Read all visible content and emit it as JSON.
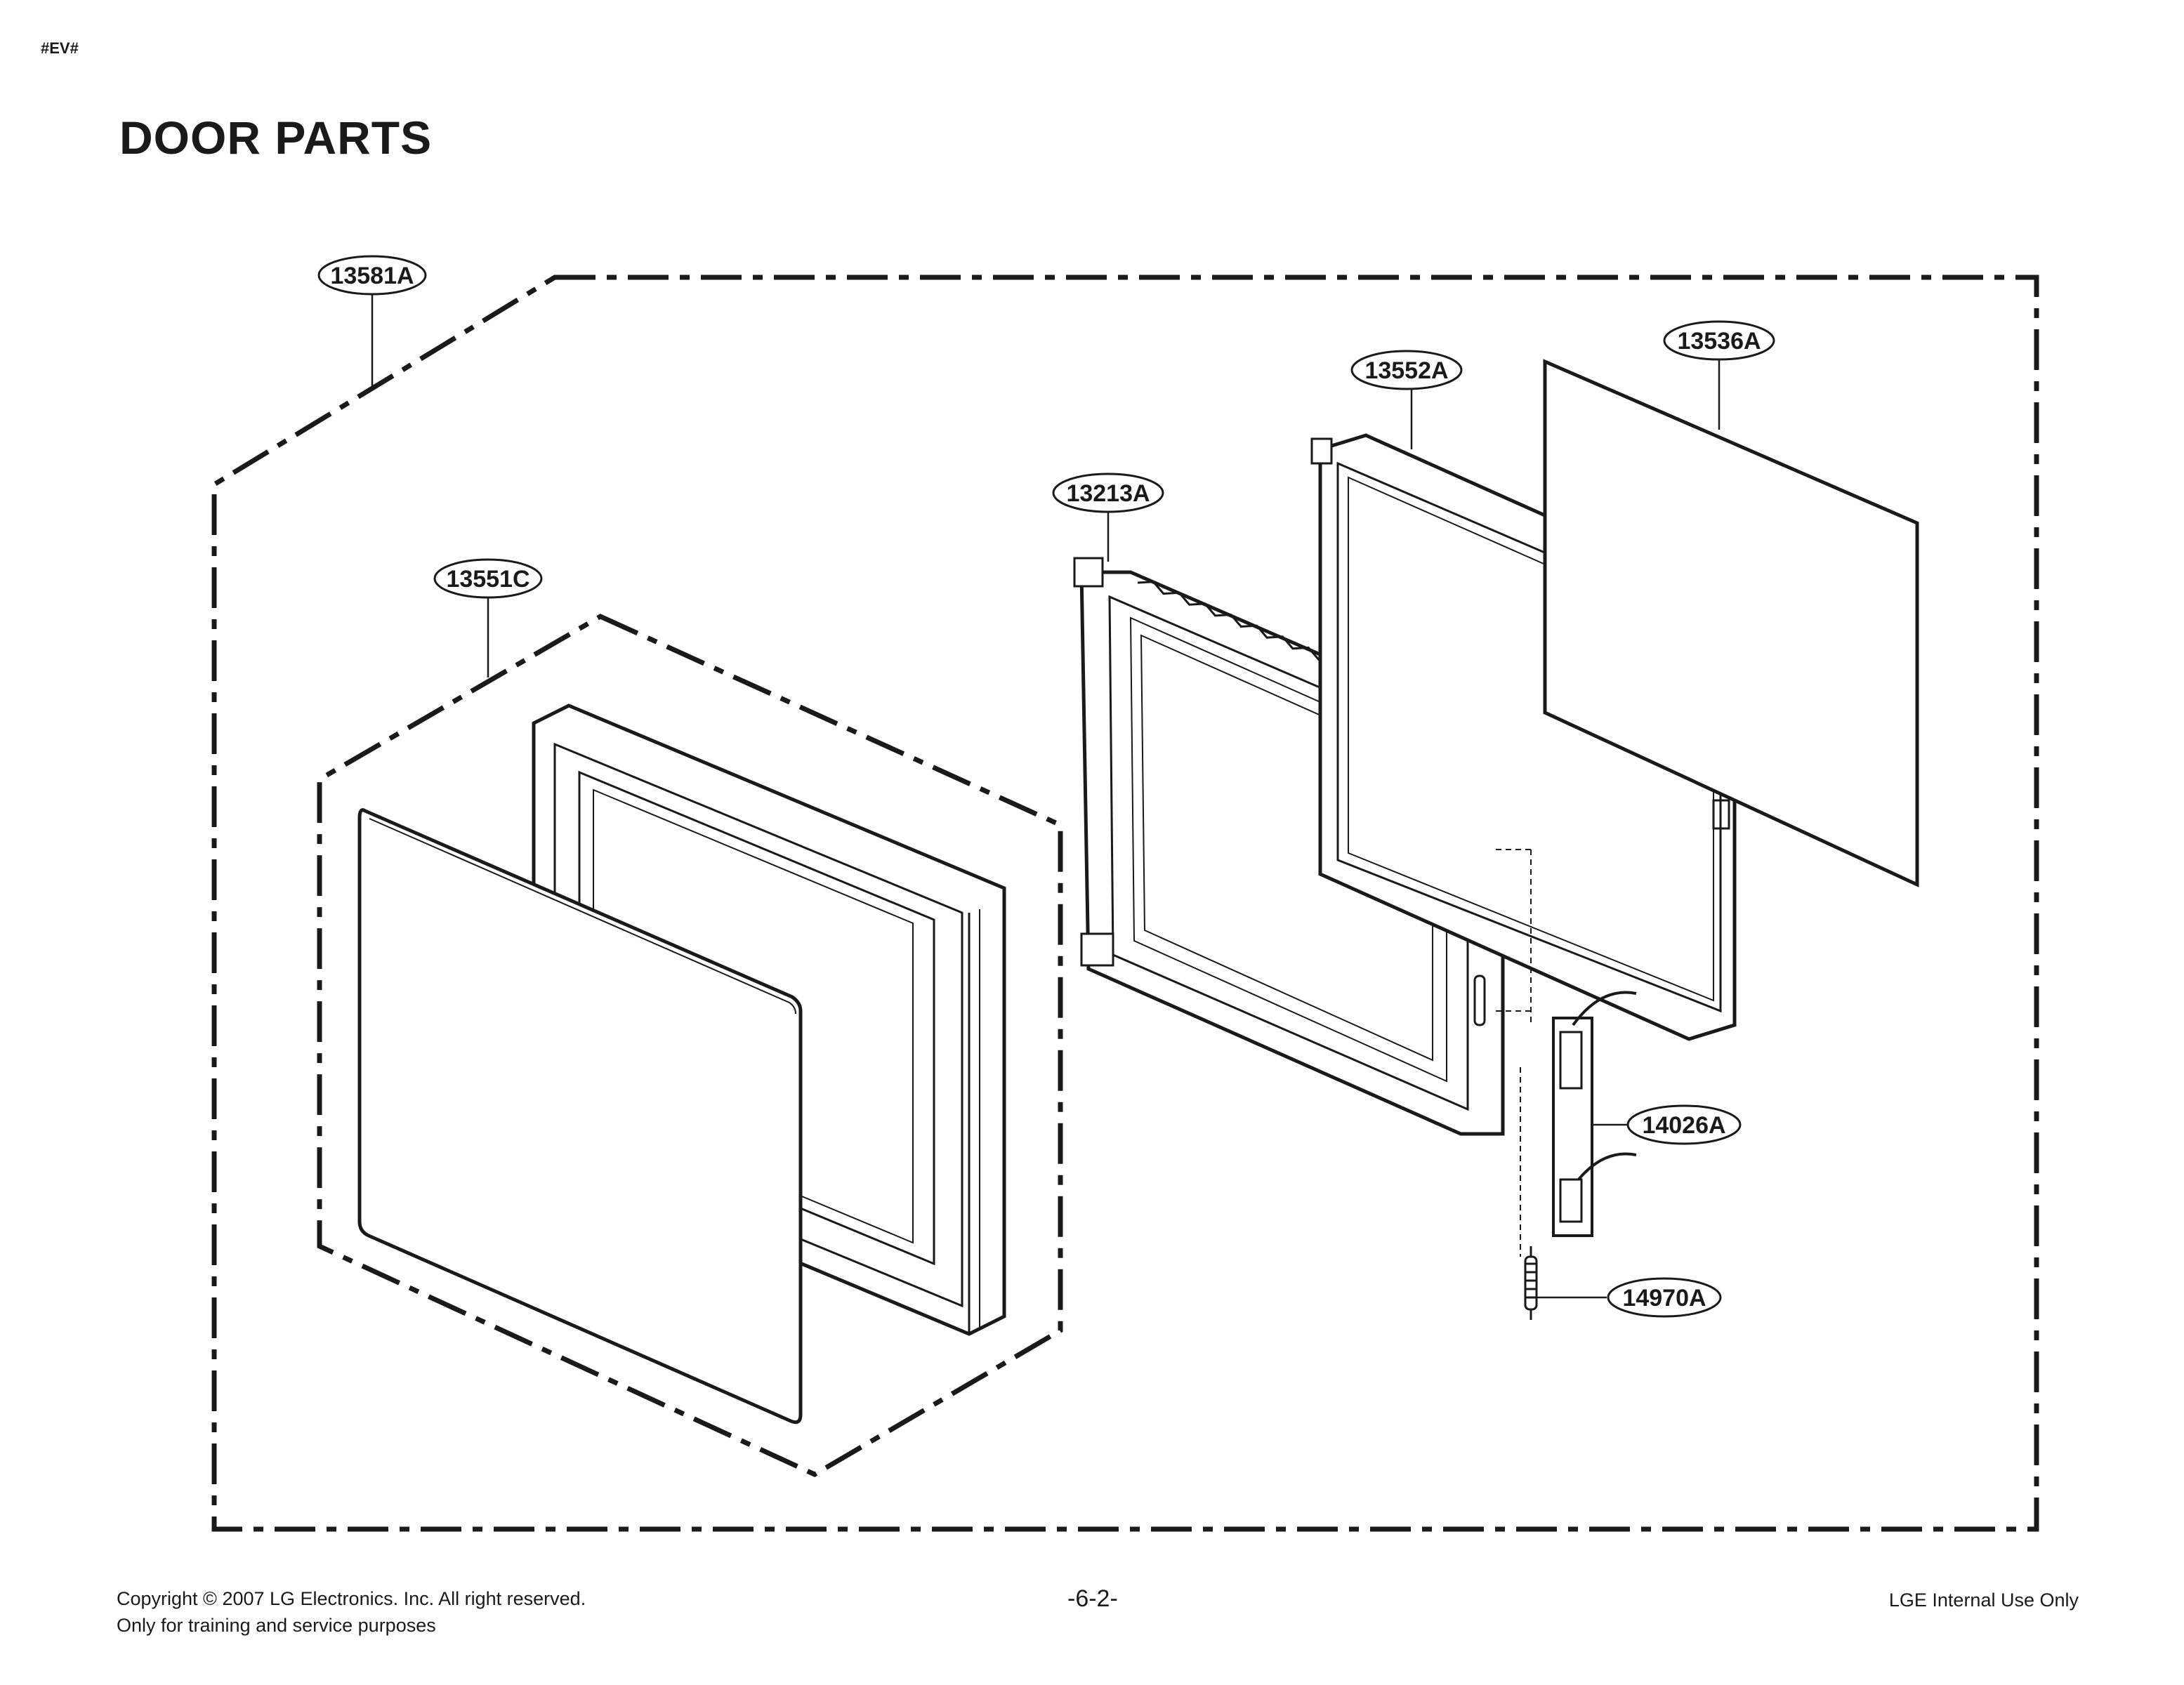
{
  "page": {
    "code_tag": "#EV#",
    "title": "DOOR PARTS"
  },
  "callouts": [
    {
      "id": "13581A",
      "label": "13581A"
    },
    {
      "id": "13551C",
      "label": "13551C"
    },
    {
      "id": "13213A",
      "label": "13213A"
    },
    {
      "id": "13552A",
      "label": "13552A"
    },
    {
      "id": "13536A",
      "label": "13536A"
    },
    {
      "id": "14026A",
      "label": "14026A"
    },
    {
      "id": "14970A",
      "label": "14970A"
    }
  ],
  "footer": {
    "copyright": "Copyright © 2007 LG Electronics. Inc. All right reserved.",
    "training": "Only for training and service purposes",
    "page_number": "-6-2-",
    "internal": "LGE Internal Use Only"
  }
}
